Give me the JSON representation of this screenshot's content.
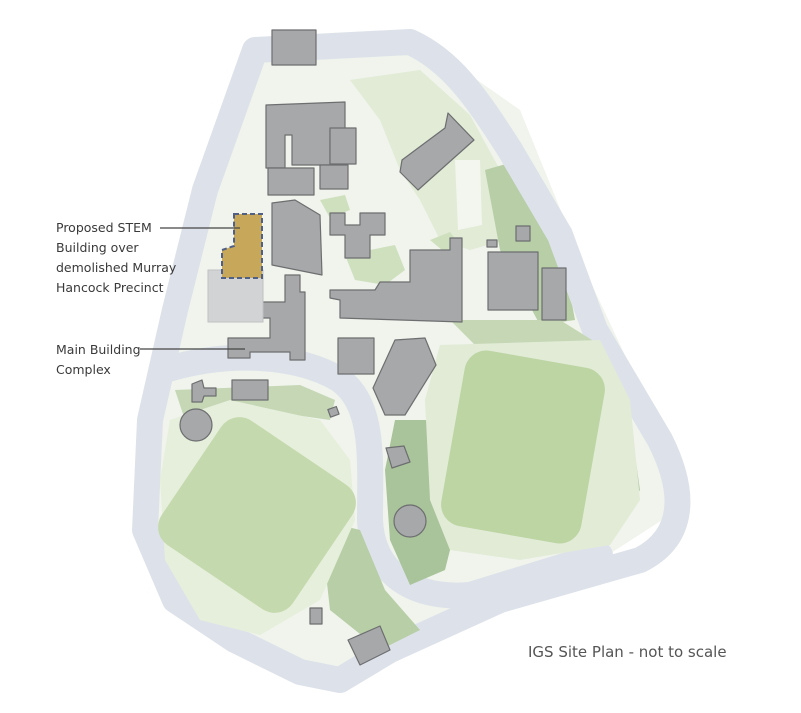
{
  "map": {
    "caption": "IGS Site Plan - not to scale",
    "colors": {
      "road": "#dde2ea",
      "lawn_light": "#e6efdb",
      "lawn_mid": "#cbdcb8",
      "field": "#b8d2a0",
      "vegetation_dark": "#a9c39a",
      "building": "#a7a8aa",
      "building_outline": "#6d6e70",
      "proposed_building": "#c7a85a",
      "demolished_area": "#d2d3d5",
      "text": "#3a3a3a"
    },
    "labels": {
      "stem": {
        "lines": [
          "Proposed STEM",
          "Building over",
          "demolished Murray",
          "Hancock Precinct"
        ]
      },
      "main": {
        "lines": [
          "Main Building",
          "Complex"
        ]
      }
    },
    "legend_icons": [
      "building-icon",
      "field-icon",
      "road-icon"
    ]
  }
}
